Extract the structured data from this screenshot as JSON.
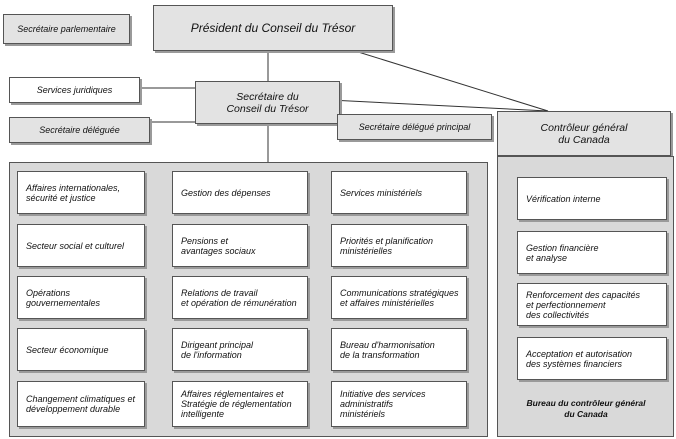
{
  "top": {
    "president": "Président du Conseil du Trésor",
    "parl_secretary": "Secrétaire parlementaire",
    "legal": "Services juridiques",
    "secretary": "Secrétaire du\nConseil du Trésor",
    "deputy": "Secrétaire déléguée",
    "senior_deputy": "Secrétaire délégué principal",
    "comptroller": "Contrôleur général\ndu Canada"
  },
  "secretariat_units": [
    "Affaires internationales,\nsécurité et justice",
    "Gestion des dépenses",
    "Services ministériels",
    "Secteur social et culturel",
    "Pensions et\navantages sociaux",
    "Priorités et planification\nministérielles",
    "Opérations\ngouvernementales",
    "Relations de travail\net opération de rémunération",
    "Communications stratégiques\net affaires ministérielles",
    "Secteur économique",
    "Dirigeant principal\nde l'information",
    "Bureau d'harmonisation\nde la transformation",
    "Changement climatiques et\ndéveloppement durable",
    "Affaires réglementaires et\nStratégie de réglementation\nintelligente",
    "Initiative des services\nadministratifs\nministériels"
  ],
  "comptroller_units": [
    "Vérification interne",
    "Gestion financière\net analyse",
    "Renforcement des capacités\net perfectionnement\ndes collectivités",
    "Acceptation et autorisation\ndes systèmes financiers"
  ],
  "comptroller_office_label": "Bureau du contrôleur général\ndu Canada"
}
